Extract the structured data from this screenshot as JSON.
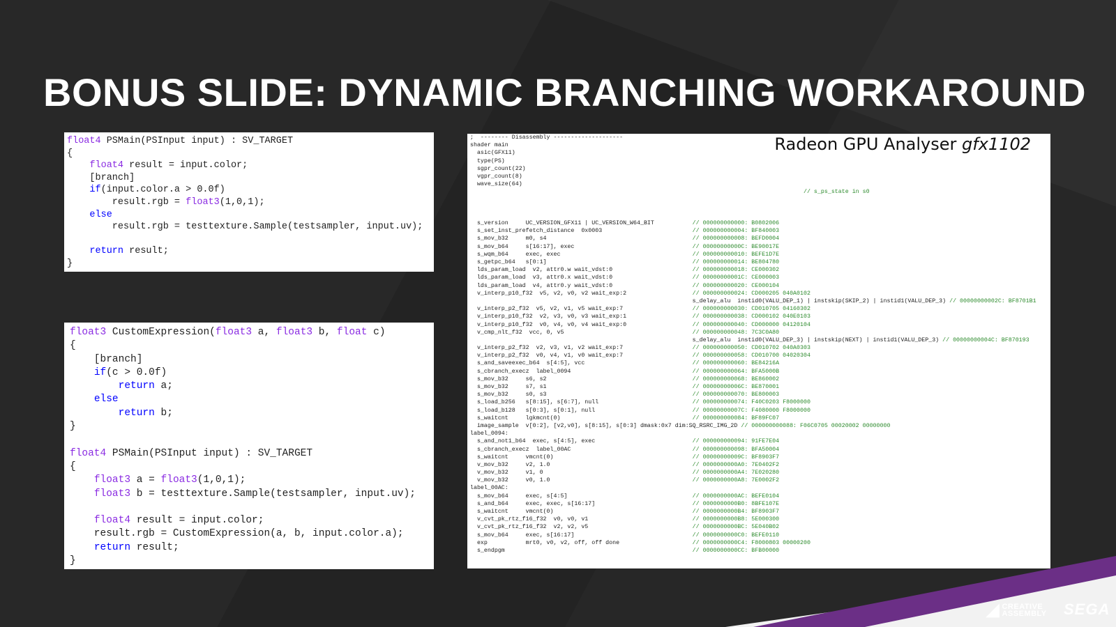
{
  "slide": {
    "title": "BONUS SLIDE: DYNAMIC BRANCHING WORKAROUND"
  },
  "code_top": {
    "lines": [
      [
        {
          "t": "float4",
          "c": "ty"
        },
        {
          "t": " PSMain(PSInput input) : SV_TARGET",
          "c": ""
        }
      ],
      [
        {
          "t": "{",
          "c": ""
        }
      ],
      [
        {
          "t": "    ",
          "c": ""
        },
        {
          "t": "float4",
          "c": "ty"
        },
        {
          "t": " result = input.color;",
          "c": ""
        }
      ],
      [
        {
          "t": "    [branch]",
          "c": ""
        }
      ],
      [
        {
          "t": "    ",
          "c": ""
        },
        {
          "t": "if",
          "c": "kw"
        },
        {
          "t": "(input.color.a > 0.0f)",
          "c": ""
        }
      ],
      [
        {
          "t": "        result.rgb = ",
          "c": ""
        },
        {
          "t": "float3",
          "c": "ty"
        },
        {
          "t": "(1,0,1);",
          "c": ""
        }
      ],
      [
        {
          "t": "    ",
          "c": ""
        },
        {
          "t": "else",
          "c": "kw"
        }
      ],
      [
        {
          "t": "        result.rgb = testtexture.Sample(testsampler, input.uv);",
          "c": ""
        }
      ],
      [
        {
          "t": "",
          "c": ""
        }
      ],
      [
        {
          "t": "    ",
          "c": ""
        },
        {
          "t": "return",
          "c": "kw"
        },
        {
          "t": " result;",
          "c": ""
        }
      ],
      [
        {
          "t": "}",
          "c": ""
        }
      ]
    ]
  },
  "code_bottom": {
    "lines": [
      [
        {
          "t": "float3",
          "c": "ty"
        },
        {
          "t": " CustomExpression(",
          "c": ""
        },
        {
          "t": "float3",
          "c": "ty"
        },
        {
          "t": " a, ",
          "c": ""
        },
        {
          "t": "float3",
          "c": "ty"
        },
        {
          "t": " b, ",
          "c": ""
        },
        {
          "t": "float",
          "c": "ty"
        },
        {
          "t": " c)",
          "c": ""
        }
      ],
      [
        {
          "t": "{",
          "c": ""
        }
      ],
      [
        {
          "t": "    [branch]",
          "c": ""
        }
      ],
      [
        {
          "t": "    ",
          "c": ""
        },
        {
          "t": "if",
          "c": "kw"
        },
        {
          "t": "(c > 0.0f)",
          "c": ""
        }
      ],
      [
        {
          "t": "        ",
          "c": ""
        },
        {
          "t": "return",
          "c": "kw"
        },
        {
          "t": " a;",
          "c": ""
        }
      ],
      [
        {
          "t": "    ",
          "c": ""
        },
        {
          "t": "else",
          "c": "kw"
        }
      ],
      [
        {
          "t": "        ",
          "c": ""
        },
        {
          "t": "return",
          "c": "kw"
        },
        {
          "t": " b;",
          "c": ""
        }
      ],
      [
        {
          "t": "}",
          "c": ""
        }
      ],
      [
        {
          "t": "",
          "c": ""
        }
      ],
      [
        {
          "t": "float4",
          "c": "ty"
        },
        {
          "t": " PSMain(PSInput input) : SV_TARGET",
          "c": ""
        }
      ],
      [
        {
          "t": "{",
          "c": ""
        }
      ],
      [
        {
          "t": "    ",
          "c": ""
        },
        {
          "t": "float3",
          "c": "ty"
        },
        {
          "t": " a = ",
          "c": ""
        },
        {
          "t": "float3",
          "c": "ty"
        },
        {
          "t": "(1,0,1);",
          "c": ""
        }
      ],
      [
        {
          "t": "    ",
          "c": ""
        },
        {
          "t": "float3",
          "c": "ty"
        },
        {
          "t": " b = testtexture.Sample(testsampler, input.uv);",
          "c": ""
        }
      ],
      [
        {
          "t": "",
          "c": ""
        }
      ],
      [
        {
          "t": "    ",
          "c": ""
        },
        {
          "t": "float4",
          "c": "ty"
        },
        {
          "t": " result = input.color;",
          "c": ""
        }
      ],
      [
        {
          "t": "    result.rgb = CustomExpression(a, b, input.color.a);",
          "c": ""
        }
      ],
      [
        {
          "t": "    ",
          "c": ""
        },
        {
          "t": "return",
          "c": "kw"
        },
        {
          "t": " result;",
          "c": ""
        }
      ],
      [
        {
          "t": "}",
          "c": ""
        }
      ]
    ]
  },
  "disassembly": {
    "label_main": "Radeon GPU Analyser ",
    "label_italic": "gfx1102",
    "lines": [
      [
        ";  -------- Disassembly --------------------",
        ""
      ],
      [
        "shader main",
        ""
      ],
      [
        "  asic(GFX11)",
        ""
      ],
      [
        "  type(PS)",
        ""
      ],
      [
        "  sgpr_count(22)",
        ""
      ],
      [
        "  vgpr_count(8)",
        ""
      ],
      [
        "  wave_size(64)",
        ""
      ],
      [
        "                                                                                                ",
        "// s_ps_state in s0"
      ],
      [
        "",
        ""
      ],
      [
        "",
        ""
      ],
      [
        "",
        ""
      ],
      [
        "  s_version     UC_VERSION_GFX11 | UC_VERSION_W64_BIT           ",
        "// 000000000000: B0802006"
      ],
      [
        "  s_set_inst_prefetch_distance  0x0003                          ",
        "// 000000000004: BF840003"
      ],
      [
        "  s_mov_b32     m0, s4                                          ",
        "// 000000000008: BEFD0004"
      ],
      [
        "  s_mov_b64     s[16:17], exec                                  ",
        "// 00000000000C: BE90017E"
      ],
      [
        "  s_wqm_b64     exec, exec                                      ",
        "// 000000000010: BEFE1D7E"
      ],
      [
        "  s_getpc_b64   s[0:1]                                          ",
        "// 000000000014: BE804780"
      ],
      [
        "  lds_param_load  v2, attr0.w wait_vdst:0                       ",
        "// 000000000018: CE000302"
      ],
      [
        "  lds_param_load  v3, attr0.x wait_vdst:0                       ",
        "// 00000000001C: CE000003"
      ],
      [
        "  lds_param_load  v4, attr0.y wait_vdst:0                       ",
        "// 000000000020: CE000104"
      ],
      [
        "  v_interp_p10_f32  v5, v2, v0, v2 wait_exp:2                   ",
        "// 000000000024: CD000205 040A0102"
      ],
      [
        "                                                                s_delay_alu  instid0(VALU_DEP_1) | instskip(SKIP_2) | instid1(VALU_DEP_3) ",
        "// 00000000002C: BF8701B1"
      ],
      [
        "  v_interp_p2_f32  v5, v2, v1, v5 wait_exp:7                    ",
        "// 000000000030: CD010705 04160302"
      ],
      [
        "  v_interp_p10_f32  v2, v3, v0, v3 wait_exp:1                   ",
        "// 000000000038: CD000102 040E0103"
      ],
      [
        "  v_interp_p10_f32  v0, v4, v0, v4 wait_exp:0                   ",
        "// 000000000040: CD000000 04120104"
      ],
      [
        "  v_cmp_nlt_f32  vcc, 0, v5                                     ",
        "// 000000000048: 7C3C0A80"
      ],
      [
        "                                                                s_delay_alu  instid0(VALU_DEP_3) | instskip(NEXT) | instid1(VALU_DEP_3) ",
        "// 00000000004C: BF870193"
      ],
      [
        "  v_interp_p2_f32  v2, v3, v1, v2 wait_exp:7                    ",
        "// 000000000050: CD010702 040A0303"
      ],
      [
        "  v_interp_p2_f32  v0, v4, v1, v0 wait_exp:7                    ",
        "// 000000000058: CD010700 04020304"
      ],
      [
        "  s_and_saveexec_b64  s[4:5], vcc                               ",
        "// 000000000060: BE84216A"
      ],
      [
        "  s_cbranch_execz  label_0094                                   ",
        "// 000000000064: BFA5000B"
      ],
      [
        "  s_mov_b32     s6, s2                                          ",
        "// 000000000068: BE860002"
      ],
      [
        "  s_mov_b32     s7, s1                                          ",
        "// 00000000006C: BE870001"
      ],
      [
        "  s_mov_b32     s0, s3                                          ",
        "// 000000000070: BE800003"
      ],
      [
        "  s_load_b256   s[8:15], s[6:7], null                           ",
        "// 000000000074: F40C0203 F8000000"
      ],
      [
        "  s_load_b128   s[0:3], s[0:1], null                            ",
        "// 00000000007C: F4080000 F8000000"
      ],
      [
        "  s_waitcnt     lgkmcnt(0)                                      ",
        "// 000000000084: BF89FC07"
      ],
      [
        "  image_sample  v[0:2], [v2,v0], s[8:15], s[0:3] dmask:0x7 dim:SQ_RSRC_IMG_2D ",
        "// 000000000088: F06C0705 00020002 00000000"
      ],
      [
        "label_0094:",
        ""
      ],
      [
        "  s_and_not1_b64  exec, s[4:5], exec                            ",
        "// 000000000094: 91FE7E04"
      ],
      [
        "  s_cbranch_execz  label_00AC                                   ",
        "// 000000000098: BFA50004"
      ],
      [
        "  s_waitcnt     vmcnt(0)                                        ",
        "// 00000000009C: BF8903F7"
      ],
      [
        "  v_mov_b32     v2, 1.0                                         ",
        "// 0000000000A0: 7E0402F2"
      ],
      [
        "  v_mov_b32     v1, 0                                           ",
        "// 0000000000A4: 7E020280"
      ],
      [
        "  v_mov_b32     v0, 1.0                                         ",
        "// 0000000000A8: 7E0002F2"
      ],
      [
        "label_00AC:",
        ""
      ],
      [
        "  s_mov_b64     exec, s[4:5]                                    ",
        "// 0000000000AC: BEFE0104"
      ],
      [
        "  s_and_b64     exec, exec, s[16:17]                            ",
        "// 0000000000B0: 8BFE107E"
      ],
      [
        "  s_waitcnt     vmcnt(0)                                        ",
        "// 0000000000B4: BF8903F7"
      ],
      [
        "  v_cvt_pk_rtz_f16_f32  v0, v0, v1                              ",
        "// 0000000000B8: 5E000300"
      ],
      [
        "  v_cvt_pk_rtz_f16_f32  v2, v2, v5                              ",
        "// 0000000000BC: 5E040B02"
      ],
      [
        "  s_mov_b64     exec, s[16:17]                                  ",
        "// 0000000000C0: BEFE0110"
      ],
      [
        "  exp           mrt0, v0, v2, off, off done                     ",
        "// 0000000000C4: F8000803 00000200"
      ],
      [
        "  s_endpgm                                                      ",
        "// 0000000000CC: BFB00000"
      ]
    ]
  },
  "branding": {
    "creative_assembly": [
      "CREATIVE",
      "ASSEMBLY"
    ],
    "sega": "SEGA"
  },
  "colors": {
    "background": "#232323",
    "stripe_purple": "#6b2f86",
    "stripe_white": "#f2f2f2",
    "keyword": "#0000ff",
    "type": "#8a2be2",
    "comment": "#2e8b2e"
  }
}
